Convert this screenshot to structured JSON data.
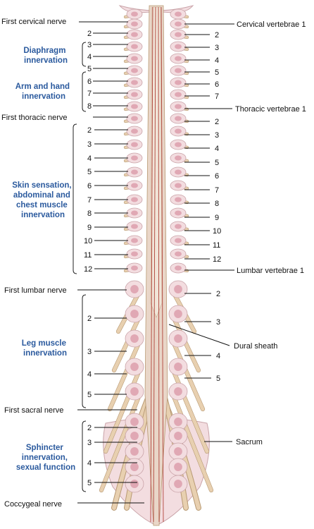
{
  "labels": {
    "first_cervical": "First cervical nerve",
    "first_thoracic": "First thoracic nerve",
    "first_lumbar": "First lumbar nerve",
    "first_sacral": "First sacral nerve",
    "coccygeal": "Coccygeal nerve",
    "cervical_vert_1": "Cervical vertebrae 1",
    "thoracic_vert_1": "Thoracic vertebrae 1",
    "lumbar_vert_1": "Lumbar vertebrae 1",
    "dural_sheath": "Dural sheath",
    "sacrum": "Sacrum"
  },
  "groups": {
    "diaphragm": [
      "Diaphragm",
      "innervation"
    ],
    "arm_hand": [
      "Arm and hand",
      "innervation"
    ],
    "skin": [
      "Skin sensation,",
      "abdominal and",
      "chest muscle",
      "innervation"
    ],
    "leg": [
      "Leg muscle",
      "innervation"
    ],
    "sphincter": [
      "Sphincter",
      "innervation,",
      "sexual function"
    ]
  },
  "left_numbers": {
    "cervical": [
      "2",
      "3",
      "4",
      "5",
      "6",
      "7",
      "8"
    ],
    "thoracic": [
      "2",
      "3",
      "4",
      "5",
      "6",
      "7",
      "8",
      "9",
      "10",
      "11",
      "12"
    ],
    "lumbar": [
      "2",
      "3",
      "4",
      "5"
    ],
    "sacral": [
      "2",
      "3",
      "4",
      "5"
    ]
  },
  "right_numbers": {
    "cervical": [
      "2",
      "3",
      "4",
      "5",
      "6",
      "7"
    ],
    "thoracic": [
      "2",
      "3",
      "4",
      "5",
      "6",
      "7",
      "8",
      "9",
      "10",
      "11",
      "12"
    ],
    "lumbar": [
      "2",
      "3",
      "4",
      "5"
    ]
  },
  "colors": {
    "bone": "#f3dde0",
    "bone_edge": "#c9a3a8",
    "cord": "#e9d6c8",
    "vessel": "#b0433a",
    "nerve": "#e8d0b0",
    "nerve_edge": "#b89a74",
    "group_text": "#2b5a9e"
  }
}
